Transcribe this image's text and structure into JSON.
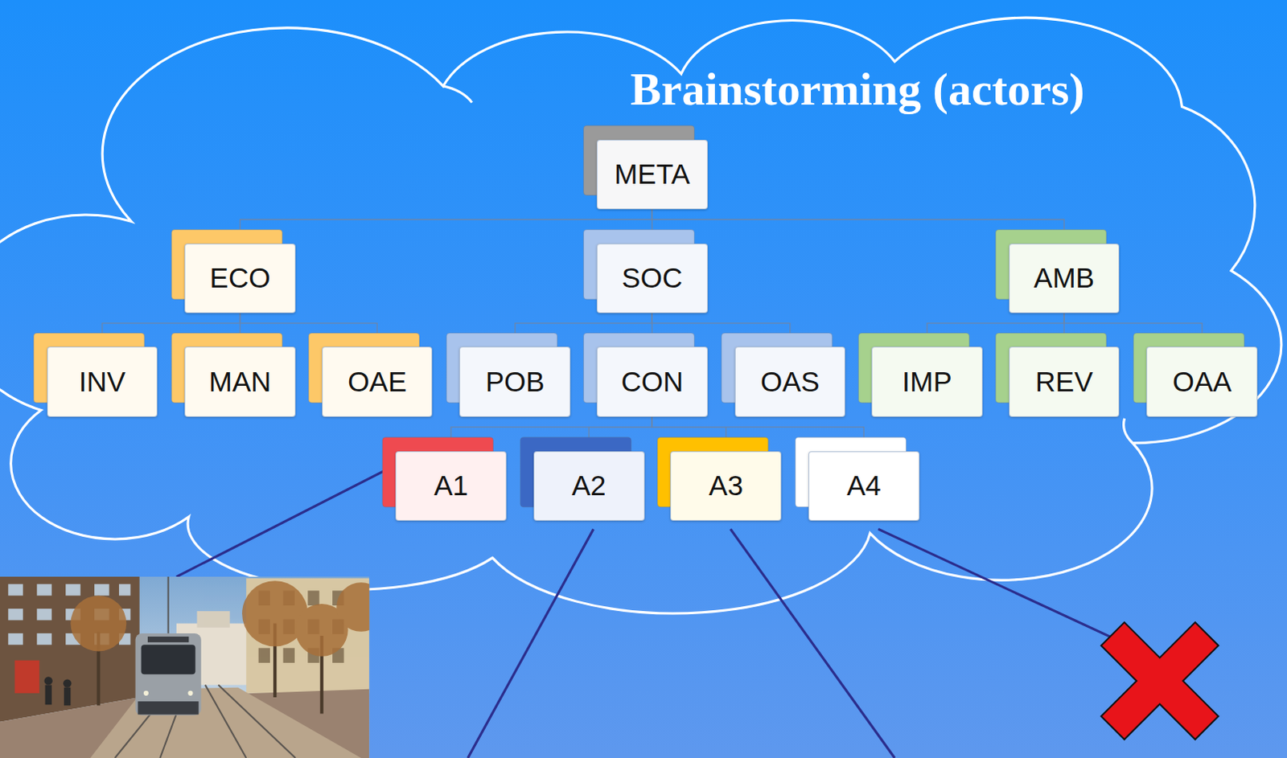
{
  "diagram": {
    "title": "Brainstorming (actors)",
    "nodes": [
      {
        "text": [
          "META"
        ]
      },
      {
        "text": [
          "ECO"
        ]
      },
      {
        "text": [
          "SOC"
        ]
      },
      {
        "text": [
          "AMB"
        ]
      },
      {
        "text": [
          "INV"
        ]
      },
      {
        "text": [
          "MAN"
        ]
      },
      {
        "text": [
          "OAE"
        ]
      },
      {
        "text": [
          "POB"
        ]
      },
      {
        "text": [
          "CON"
        ]
      },
      {
        "text": [
          "OAS"
        ]
      },
      {
        "text": [
          "IMP"
        ]
      },
      {
        "text": [
          "REV"
        ]
      },
      {
        "text": [
          "OAA"
        ]
      },
      {
        "text": [
          "A1"
        ]
      },
      {
        "text": [
          "A2"
        ]
      },
      {
        "text": [
          "A3"
        ]
      },
      {
        "text": [
          "A4"
        ]
      }
    ],
    "edges": [
      {
        "from": 0,
        "to": 1,
        "arrow": "none"
      },
      {
        "from": 0,
        "to": 2,
        "arrow": "none"
      },
      {
        "from": 0,
        "to": 3,
        "arrow": "none"
      },
      {
        "from": 1,
        "to": 4,
        "arrow": "none"
      },
      {
        "from": 1,
        "to": 5,
        "arrow": "none"
      },
      {
        "from": 1,
        "to": 6,
        "arrow": "none"
      },
      {
        "from": 2,
        "to": 7,
        "arrow": "none"
      },
      {
        "from": 2,
        "to": 8,
        "arrow": "none"
      },
      {
        "from": 2,
        "to": 9,
        "arrow": "none"
      },
      {
        "from": 3,
        "to": 10,
        "arrow": "none"
      },
      {
        "from": 3,
        "to": 11,
        "arrow": "none"
      },
      {
        "from": 3,
        "to": 12,
        "arrow": "none"
      },
      {
        "from": 8,
        "to": 13,
        "arrow": "none"
      },
      {
        "from": 8,
        "to": 14,
        "arrow": "none"
      },
      {
        "from": 8,
        "to": 15,
        "arrow": "none"
      },
      {
        "from": 8,
        "to": 16,
        "arrow": "none"
      }
    ]
  }
}
